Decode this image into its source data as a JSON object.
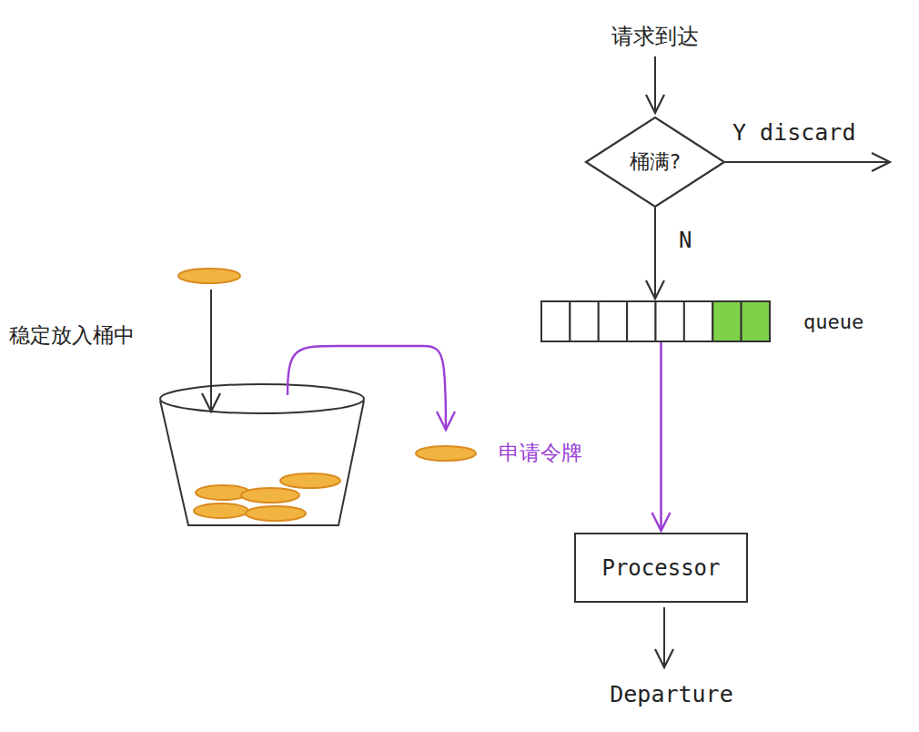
{
  "diagram": {
    "nodes": [
      {
        "text": [
          "桶满?"
        ]
      },
      {
        "text": [
          "queue"
        ]
      },
      {
        "text": [
          "Processor"
        ]
      }
    ],
    "edges": [
      {
        "from": 0,
        "to": 1,
        "arrow": "to",
        "label": "N"
      },
      {
        "from": 1,
        "to": 2,
        "arrow": "to"
      }
    ],
    "labels": [
      "请求到达",
      "Y discard",
      "稳定放入桶中",
      "申请令牌",
      "Departure"
    ]
  }
}
